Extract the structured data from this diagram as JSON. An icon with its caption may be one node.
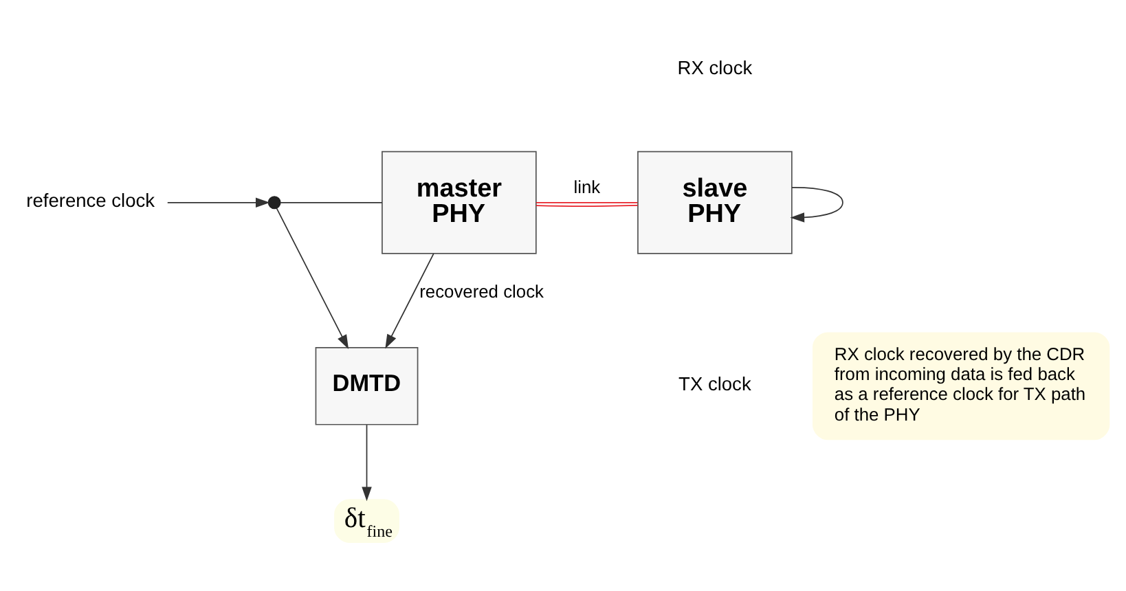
{
  "diagram": {
    "nodes": [
      {
        "text": [
          "reference clock"
        ]
      },
      {
        "text": [],
        "shape": "circle"
      },
      {
        "text": [
          "master PHY"
        ]
      },
      {
        "text": [
          "slave PHY"
        ]
      },
      {
        "text": [
          "DMTD"
        ]
      },
      {
        "text": [
          "δt$_{fine}$"
        ]
      },
      {
        "text": [
          "RX clock recovered by the CDR from incoming data is fed back as a reference clock for TX path of the PHY"
        ]
      }
    ],
    "edges": [
      {
        "from": 0,
        "to": 1,
        "arrow": "to"
      },
      {
        "from": 1,
        "to": 2,
        "arrow": "none"
      },
      {
        "from": 1,
        "to": 4,
        "arrow": "to"
      },
      {
        "from": 2,
        "to": 3,
        "arrow": "none",
        "label": "link",
        "color": "#e8222a"
      },
      {
        "from": 2,
        "to": 3,
        "arrow": "none",
        "color": "#e8222a"
      },
      {
        "from": 2,
        "to": 4,
        "arrow": "to",
        "label": "recovered clock"
      },
      {
        "from": 3,
        "to": 3,
        "arrow": "to"
      },
      {
        "from": 4,
        "to": 5,
        "arrow": "to"
      }
    ],
    "labels": [
      "RX clock",
      "TX clock"
    ]
  }
}
